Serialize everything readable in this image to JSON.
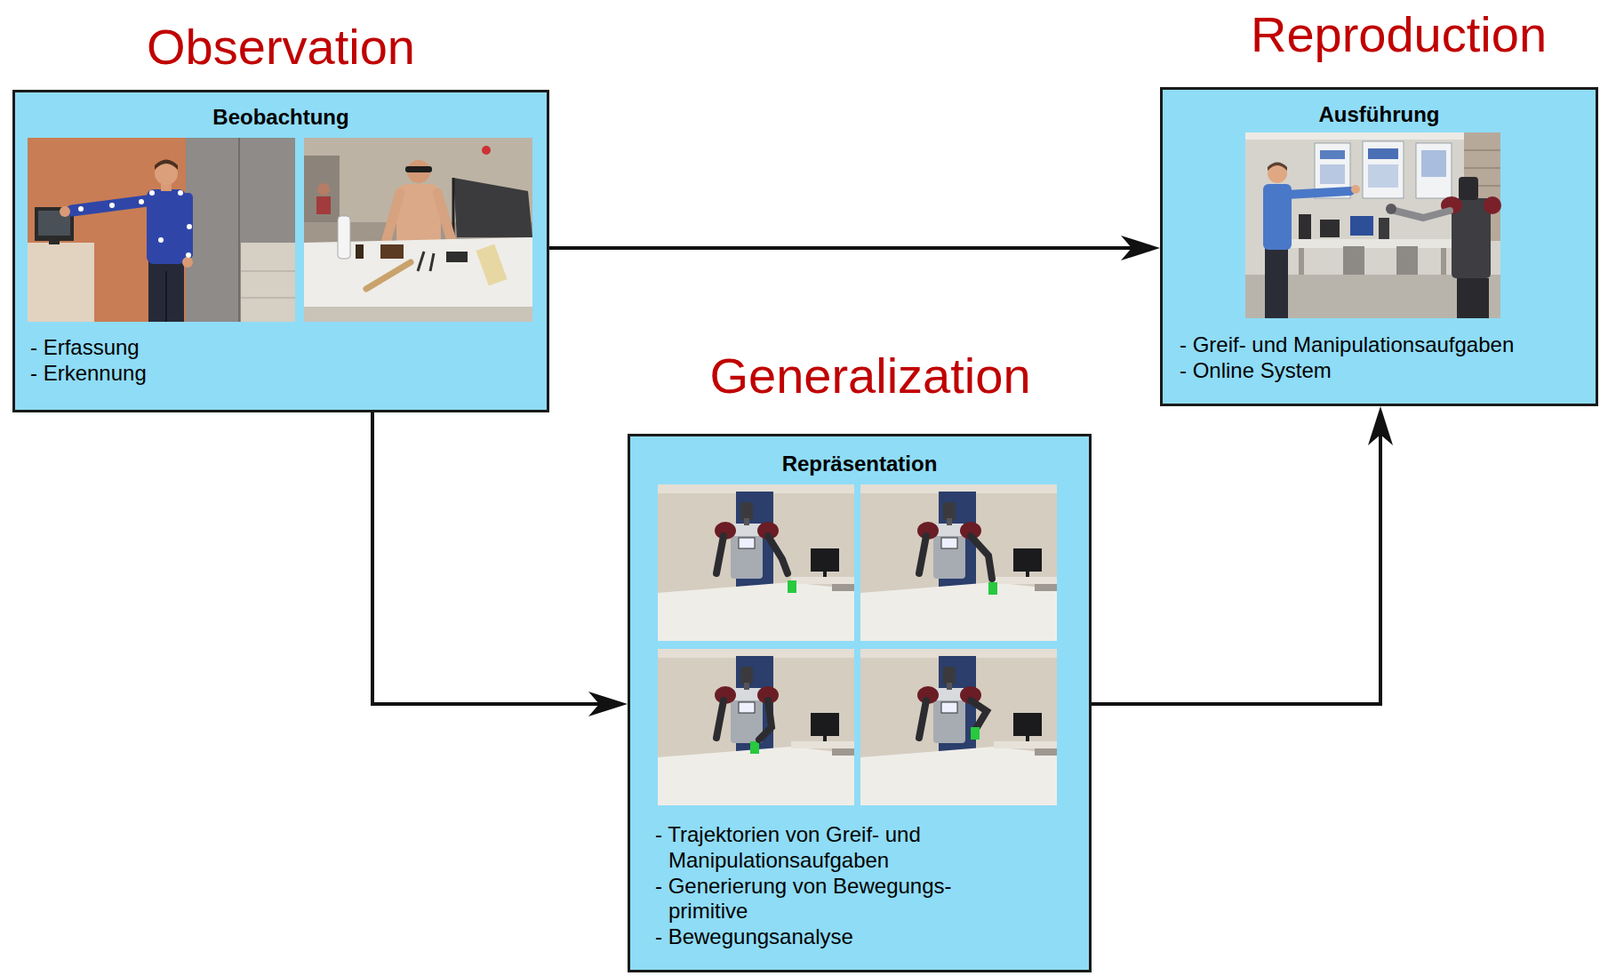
{
  "diagram": {
    "nodes": [
      {
        "text": [
          "Observation",
          "Beobachtung",
          "- Erfassung",
          "- Erkennung"
        ]
      },
      {
        "text": [
          "Reproduction",
          "Ausführung",
          "- Greif- und Manipulationsaufgaben",
          "- Online System"
        ]
      },
      {
        "text": [
          "Generalization",
          "Repräsentation",
          "- Trajektorien von Greif- und Manipulationsaufgaben",
          "- Generierung von Bewegungs- primitive",
          "- Bewegungsanalyse"
        ]
      }
    ],
    "edges": [
      {
        "from": 0,
        "to": 1,
        "arrow": "to"
      },
      {
        "from": 0,
        "to": 2,
        "arrow": "to"
      },
      {
        "from": 2,
        "to": 1,
        "arrow": "to"
      }
    ]
  }
}
